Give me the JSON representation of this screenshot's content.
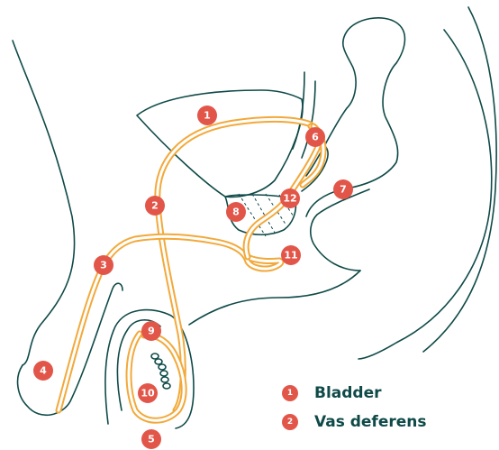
{
  "colors": {
    "outline": "#0f4a48",
    "tube": "#f2a93b",
    "marker": "#e2564a",
    "legend_text": "#0f4a48"
  },
  "markers": [
    {
      "id": "1",
      "label": "1"
    },
    {
      "id": "2",
      "label": "2"
    },
    {
      "id": "3",
      "label": "3"
    },
    {
      "id": "4",
      "label": "4"
    },
    {
      "id": "5",
      "label": "5"
    },
    {
      "id": "6",
      "label": "6"
    },
    {
      "id": "7",
      "label": "7"
    },
    {
      "id": "8",
      "label": "8"
    },
    {
      "id": "9",
      "label": "9"
    },
    {
      "id": "10",
      "label": "10"
    },
    {
      "id": "11",
      "label": "11"
    },
    {
      "id": "12",
      "label": "12"
    }
  ],
  "legend": [
    {
      "number": "1",
      "label": "Bladder"
    },
    {
      "number": "2",
      "label": "Vas deferens"
    }
  ]
}
